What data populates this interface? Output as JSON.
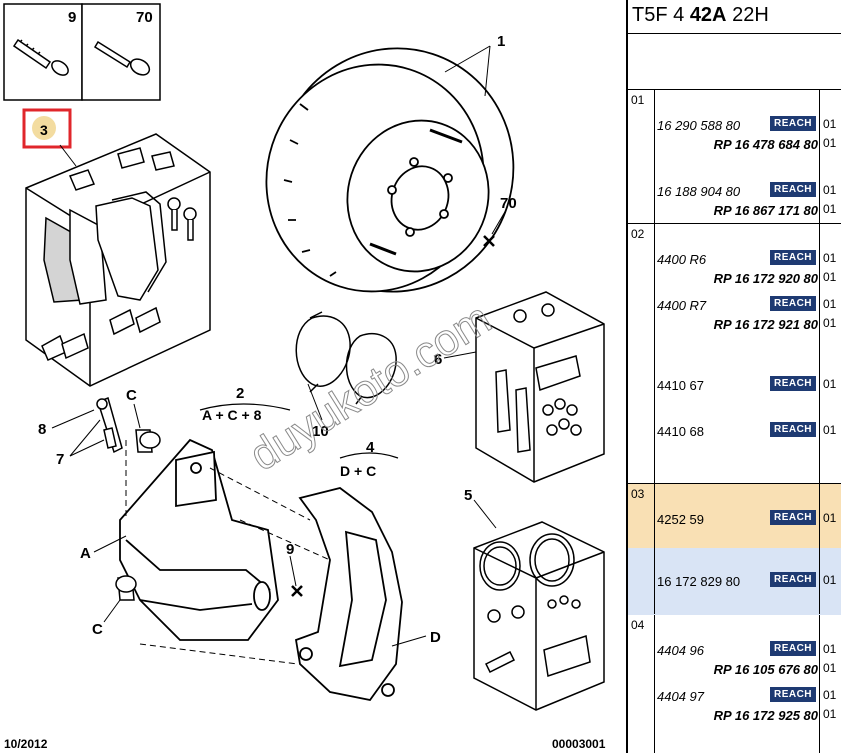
{
  "diagram": {
    "callouts": {
      "c1": "1",
      "c3": "3",
      "c5": "5",
      "c6": "6",
      "c7": "7",
      "c8": "8",
      "c9_box": "9",
      "c70_box": "70",
      "c70": "70",
      "c9": "9",
      "c10": "10",
      "c2": "2",
      "c2_formula": "A + C + 8",
      "c4": "4",
      "c4_formula": "D + C",
      "cA": "A",
      "cC_top": "C",
      "cC_bottom": "C",
      "cD": "D"
    },
    "watermark": "duyukoto.com",
    "date": "10/2012",
    "docnum": "00003001"
  },
  "panel": {
    "title_pre": "T5F 4",
    "title_bold": "42A",
    "title_post": "22H",
    "reach_label": "REACH",
    "groups": [
      {
        "num": "01",
        "parts": [
          {
            "ref": "16 290 588 80",
            "italic": true,
            "qty": "01",
            "rp": "RP 16 478 684 80",
            "rp_qty": "01"
          },
          {
            "ref": "16 188 904 80",
            "italic": true,
            "qty": "01",
            "rp": "RP 16 867 171 80",
            "rp_qty": "01"
          }
        ]
      },
      {
        "num": "02",
        "parts": [
          {
            "ref": "4400 R6",
            "italic": true,
            "qty": "01",
            "rp": "RP 16 172 920 80",
            "rp_qty": "01"
          },
          {
            "ref": "4400 R7",
            "italic": true,
            "qty": "01",
            "rp": "RP 16 172 921 80",
            "rp_qty": "01"
          },
          {
            "ref": "4410 67",
            "italic": false,
            "qty": "01"
          },
          {
            "ref": "4410 68",
            "italic": false,
            "qty": "01"
          }
        ]
      },
      {
        "num": "03",
        "parts": [
          {
            "ref": "4252 59",
            "italic": false,
            "qty": "01"
          },
          {
            "ref": "16 172 829 80",
            "italic": false,
            "qty": "01"
          }
        ]
      },
      {
        "num": "04",
        "parts": [
          {
            "ref": "4404 96",
            "italic": true,
            "qty": "01",
            "rp": "RP 16 105 676 80",
            "rp_qty": "01"
          },
          {
            "ref": "4404 97",
            "italic": true,
            "qty": "01",
            "rp": "RP 16 172 925 80",
            "rp_qty": "01"
          }
        ]
      }
    ],
    "colors": {
      "reach_bg": "#1e3a72",
      "highlight_03a": "#f9e0b4",
      "highlight_03b": "#d9e4f5",
      "callout_box": "#e0262b",
      "callout_badge": "#f3dca0"
    }
  }
}
